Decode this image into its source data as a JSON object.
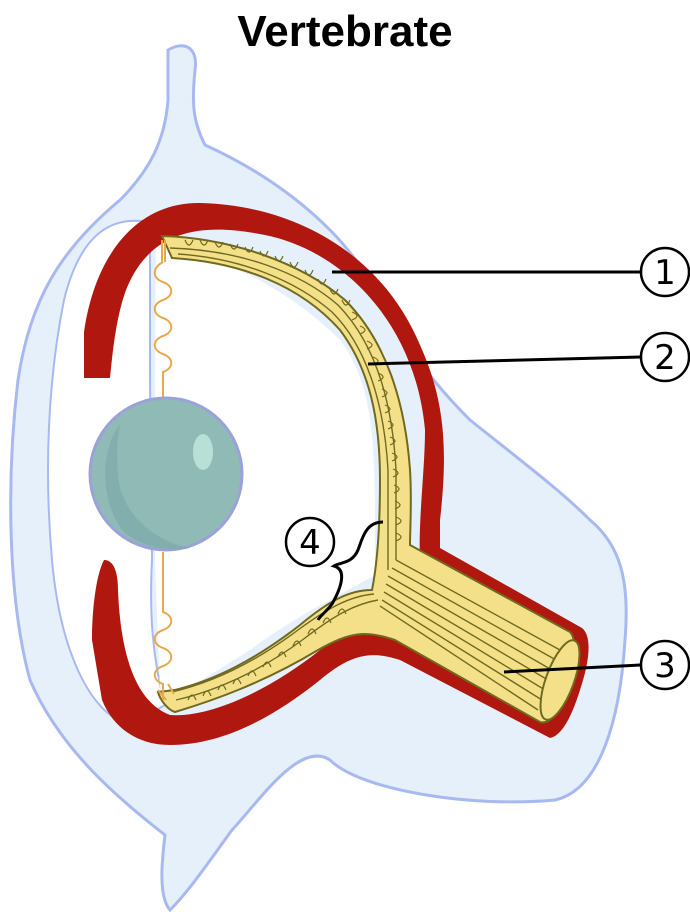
{
  "title": "Vertebrate",
  "markers": [
    {
      "id": "1",
      "text": "1"
    },
    {
      "id": "2",
      "text": "2"
    },
    {
      "id": "3",
      "text": "3"
    },
    {
      "id": "4",
      "text": "4"
    }
  ],
  "colors": {
    "background": "#ffffff",
    "body_fill": "#e6f0fb",
    "body_stroke": "#a8b9f0",
    "sclera": "#b0180f",
    "retina_fill": "#f5e08a",
    "retina_stroke": "#6f6a1f",
    "lens_fill": "#8fbab6",
    "lens_stroke": "#9aa2d8",
    "ligament": "#e7a94c",
    "leader": "#000000"
  }
}
